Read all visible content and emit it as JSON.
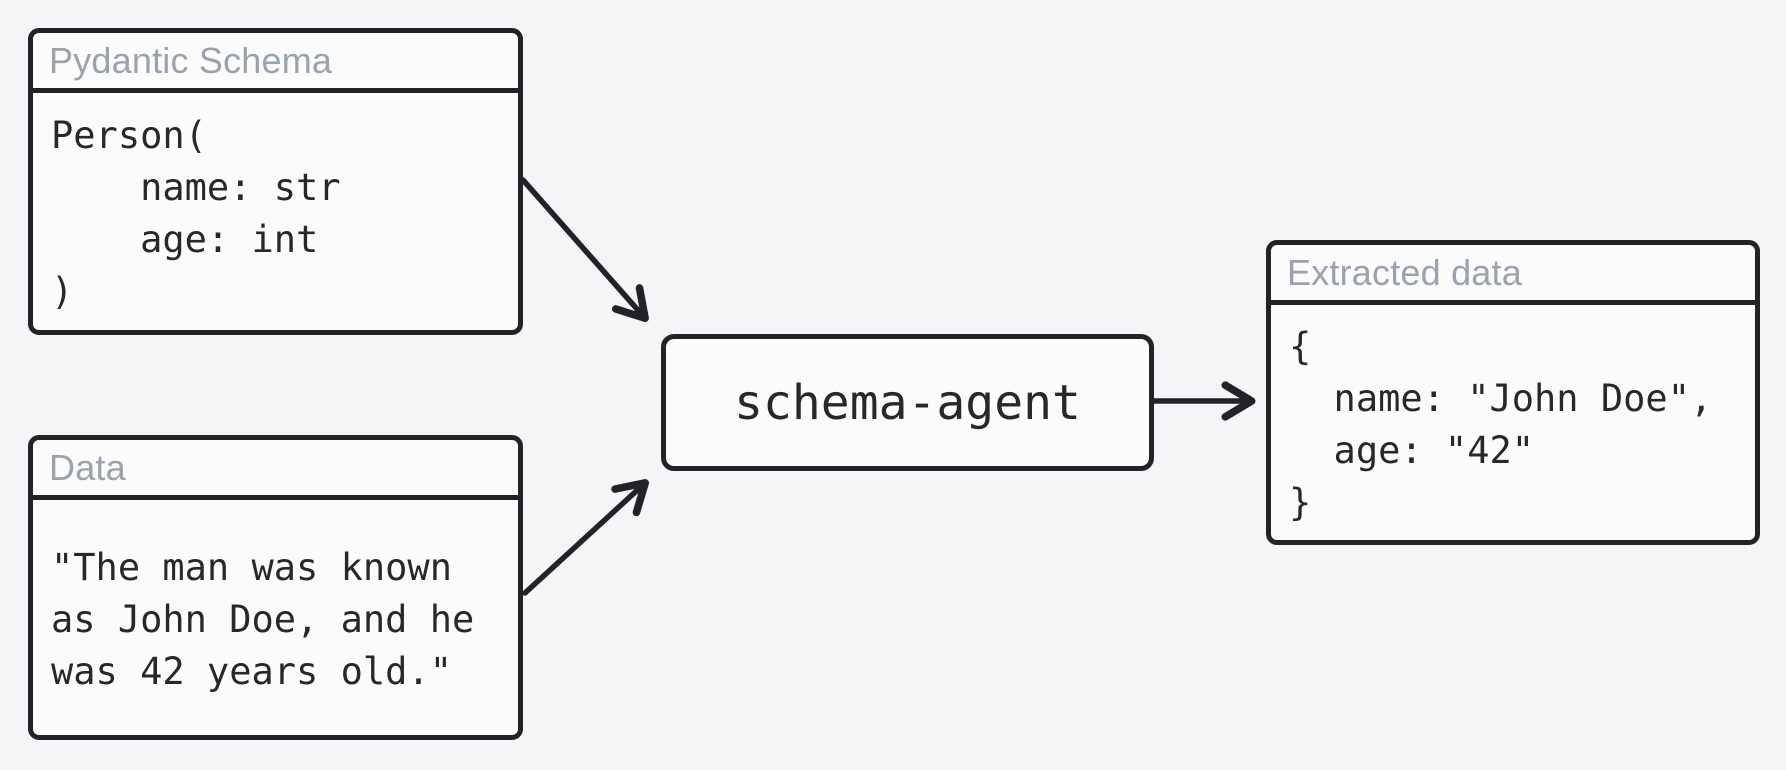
{
  "colors": {
    "background": "#f4f5f7",
    "box_fill": "#fbfbfc",
    "stroke": "#212327",
    "header_text": "#9aa2ae",
    "body_text": "#26282c"
  },
  "nodes": {
    "pydantic_schema": {
      "title": "Pydantic Schema",
      "code": "Person(\n    name: str\n    age: int\n)"
    },
    "data": {
      "title": "Data",
      "code": "\"The man was known\nas John Doe, and he\nwas 42 years old.\""
    },
    "agent": {
      "label": "schema-agent"
    },
    "extracted": {
      "title": "Extracted data",
      "code": "{\n  name: \"John Doe\",\n  age: \"42\"\n}"
    }
  },
  "edges": [
    {
      "from": "pydantic_schema",
      "to": "agent"
    },
    {
      "from": "data",
      "to": "agent"
    },
    {
      "from": "agent",
      "to": "extracted"
    }
  ]
}
